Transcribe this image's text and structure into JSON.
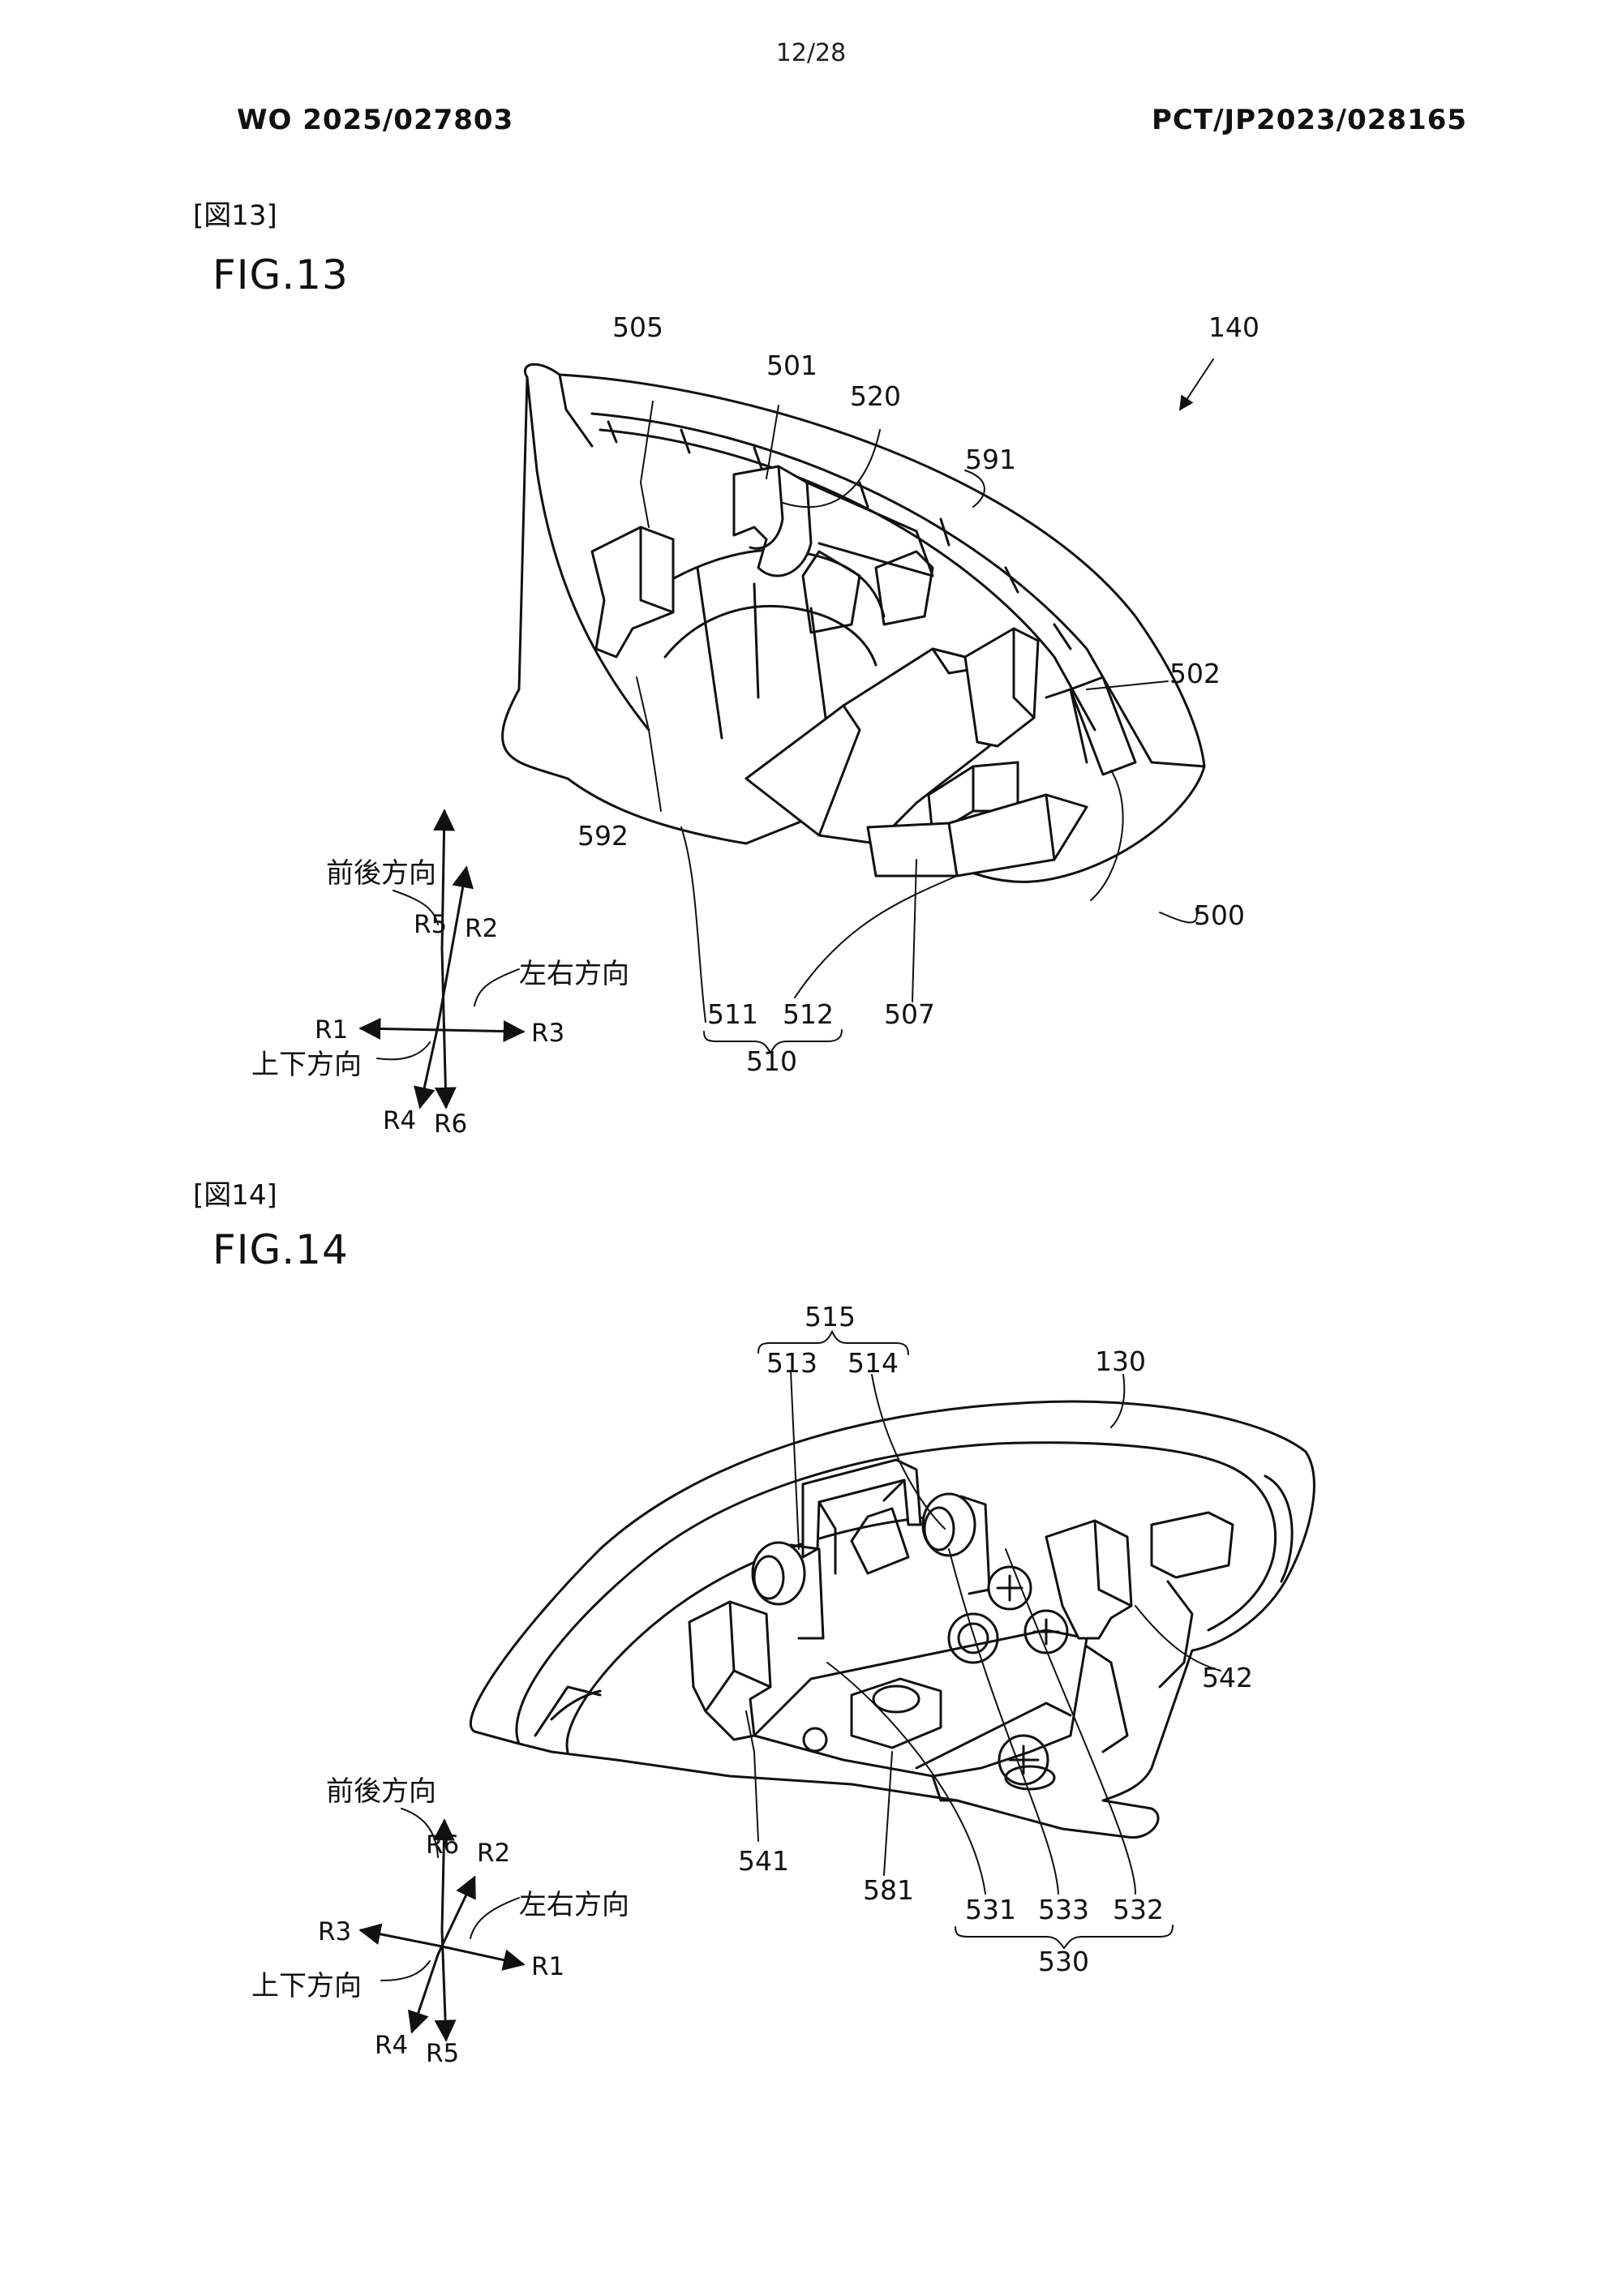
{
  "header": {
    "page_number": "12/28",
    "publication_number": "WO 2025/027803",
    "application_number": "PCT/JP2023/028165"
  },
  "fig13": {
    "tag": "[図13]",
    "title": "FIG.13",
    "labels": {
      "l140": "140",
      "l505": "505",
      "l501": "501",
      "l520": "520",
      "l591": "591",
      "l502": "502",
      "l592": "592",
      "l500": "500",
      "l511": "511",
      "l512": "512",
      "l507": "507",
      "l510": "510"
    },
    "axes": {
      "front_back": "前後方向",
      "left_right": "左右方向",
      "up_down": "上下方向",
      "up": "R5",
      "up_slant": "R2",
      "left": "R1",
      "right": "R3",
      "down_slant": "R4",
      "down": "R6"
    }
  },
  "fig14": {
    "tag": "[図14]",
    "title": "FIG.14",
    "labels": {
      "l515": "515",
      "l513": "513",
      "l514": "514",
      "l130": "130",
      "l542": "542",
      "l541": "541",
      "l581": "581",
      "l531": "531",
      "l533": "533",
      "l532": "532",
      "l530": "530"
    },
    "axes": {
      "front_back": "前後方向",
      "left_right": "左右方向",
      "up_down": "上下方向",
      "up": "R6",
      "up_slant": "R2",
      "left": "R3",
      "right": "R1",
      "down_slant": "R4",
      "down": "R5"
    }
  }
}
